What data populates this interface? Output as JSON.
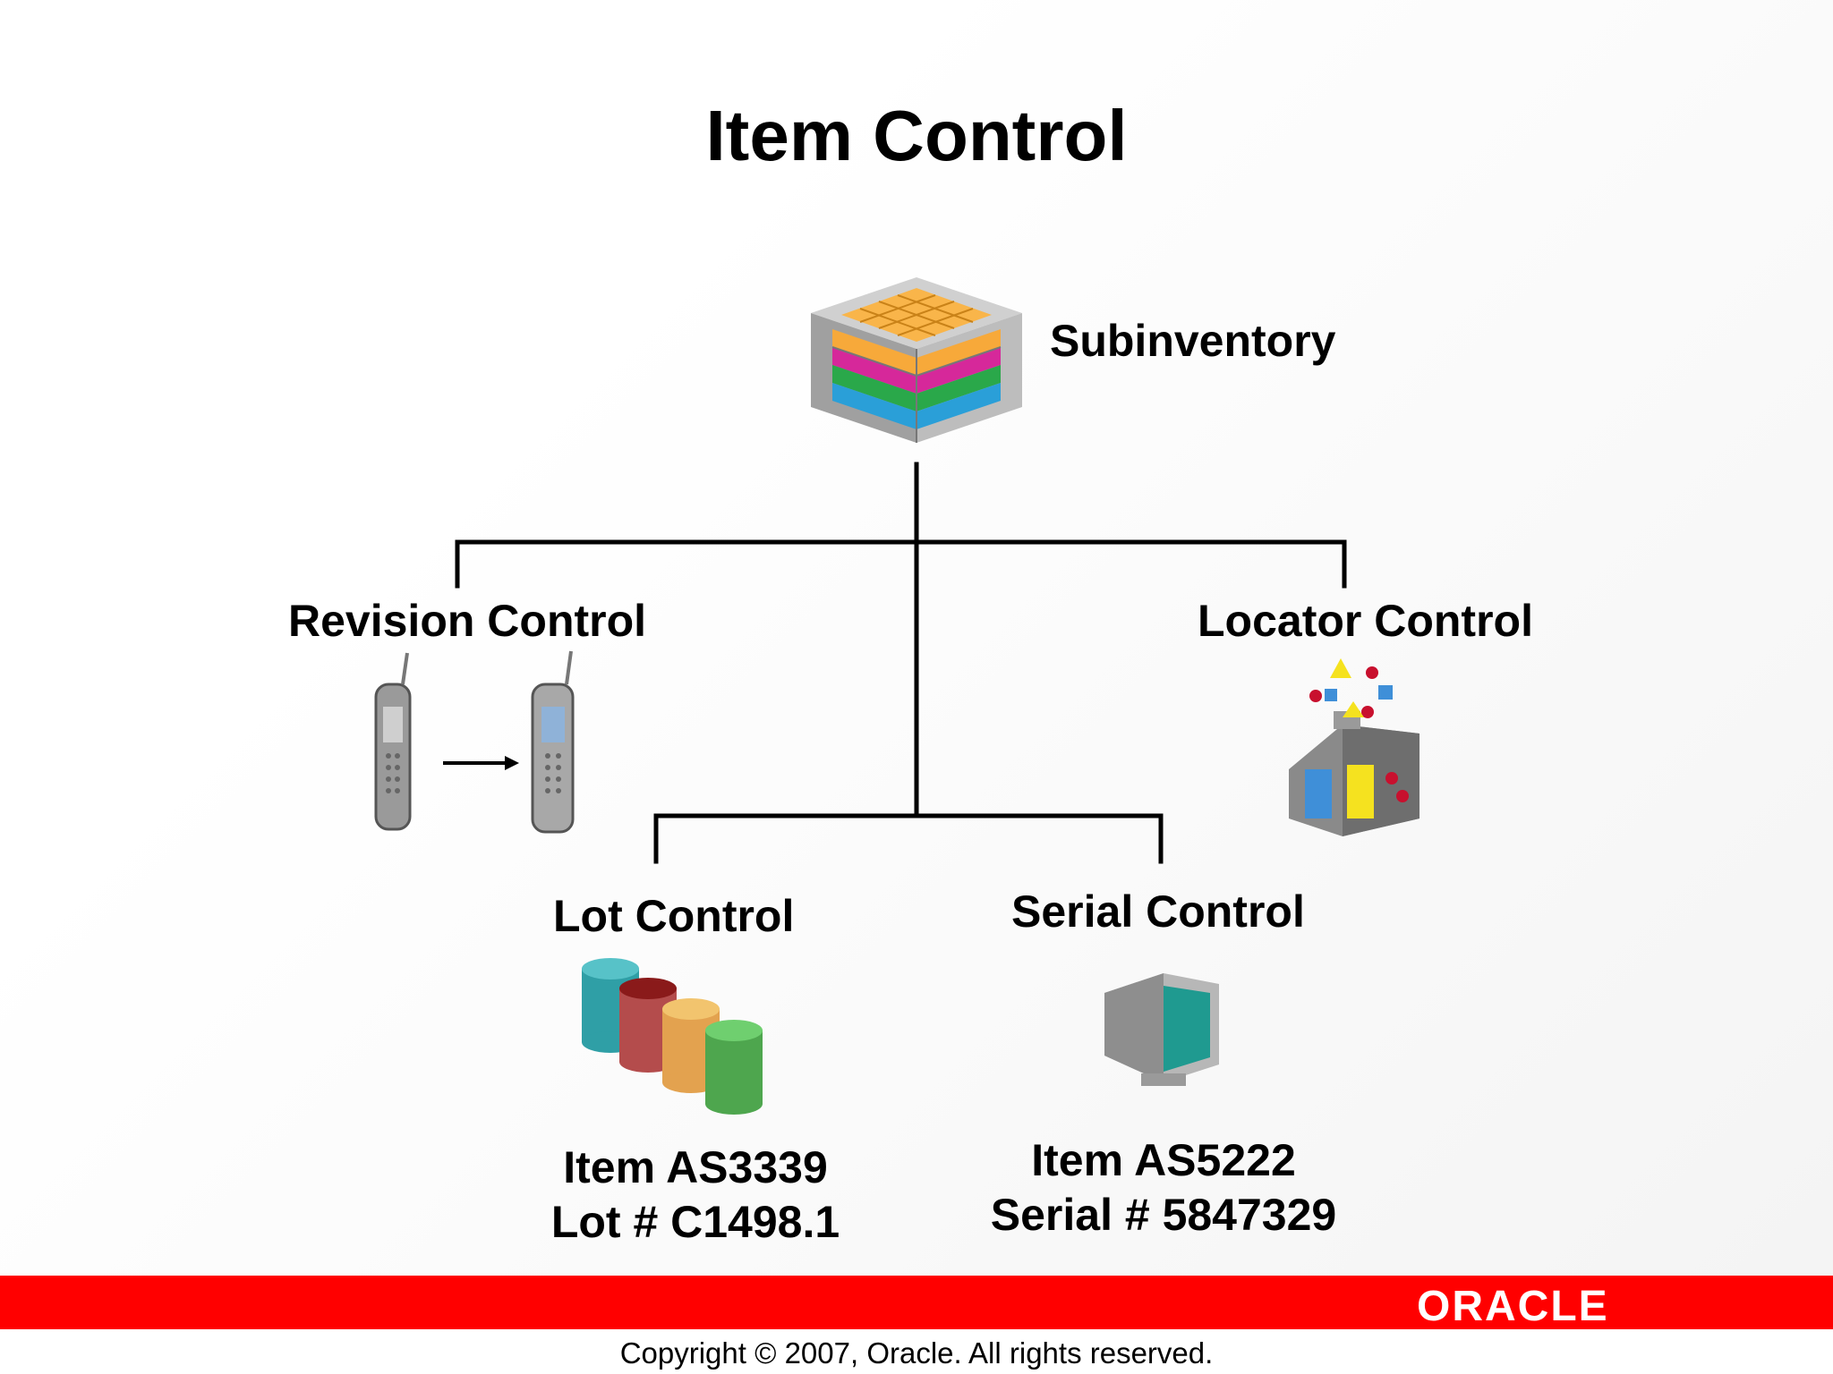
{
  "title": "Item Control",
  "nodes": {
    "subinventory": "Subinventory",
    "revision": "Revision Control",
    "locator": "Locator Control",
    "lot": "Lot Control",
    "serial": "Serial Control"
  },
  "lot_item": {
    "line1": "Item AS3339",
    "line2": "Lot # C1498.1"
  },
  "serial_item": {
    "line1": "Item AS5222",
    "line2": "Serial # 5847329"
  },
  "footer": {
    "logo": "ORACLE",
    "copyright": "Copyright © 2007, Oracle. All rights reserved."
  },
  "colors": {
    "brand_red": "#ff0000",
    "line": "#000000"
  },
  "icons": [
    "stacked-blocks-icon",
    "mobile-phone-icon",
    "arrow-right-icon",
    "warehouse-icon",
    "barrels-icon",
    "monitor-icon"
  ]
}
